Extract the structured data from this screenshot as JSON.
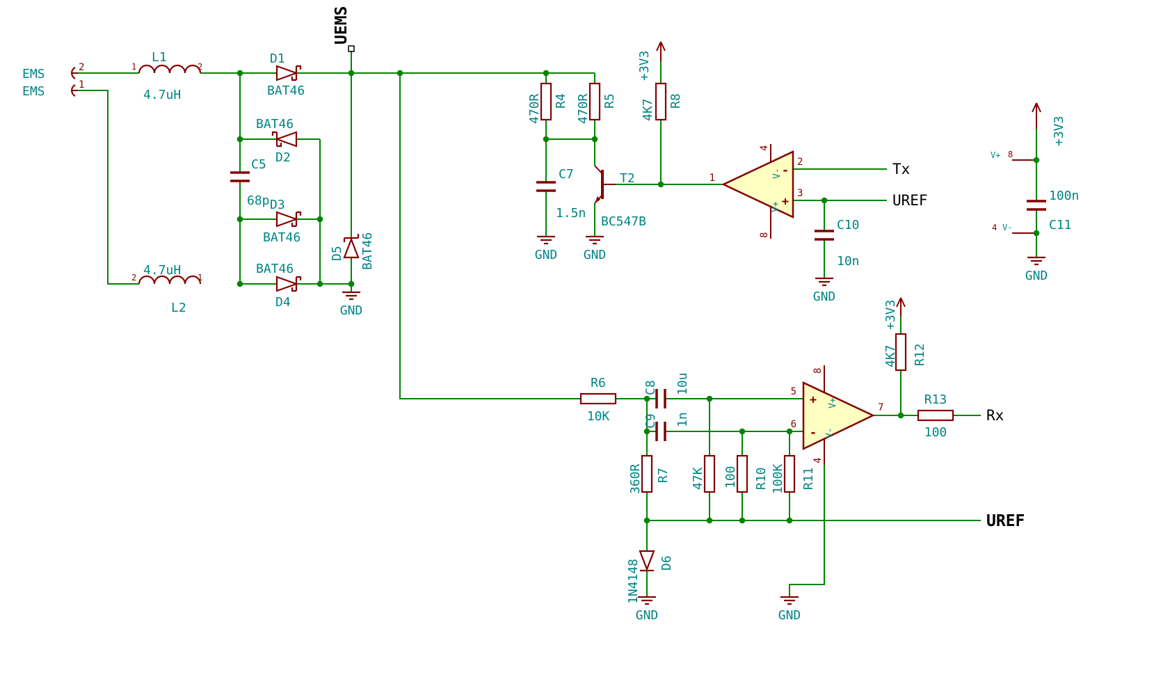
{
  "colors": {
    "wire": "#008400",
    "symbol": "#840000",
    "field_text": "#008484",
    "net_label": "#000000",
    "opamp_fill": "#ffffc2",
    "background": "#ffffff"
  },
  "nets": {
    "ems": "EMS",
    "uems": "UEMS",
    "tx": "Tx",
    "uref": "UREF",
    "rx": "Rx"
  },
  "power": {
    "v3v3": "+3V3",
    "gnd": "GND"
  },
  "connector": {
    "pin1": "1",
    "pin2": "2"
  },
  "components": {
    "L1": {
      "ref": "L1",
      "value": "4.7uH",
      "pin1": "1",
      "pin2": "2"
    },
    "L2": {
      "ref": "L2",
      "value": "4.7uH",
      "pin1": "1",
      "pin2": "2"
    },
    "D1": {
      "ref": "D1",
      "value": "BAT46"
    },
    "D2": {
      "ref": "D2",
      "value": "BAT46"
    },
    "D3": {
      "ref": "D3",
      "value": "BAT46"
    },
    "D4": {
      "ref": "D4",
      "value": "BAT46"
    },
    "D5": {
      "ref": "D5",
      "value": "BAT46"
    },
    "D6": {
      "ref": "D6",
      "value": "1N4148"
    },
    "C5": {
      "ref": "C5",
      "value": "68p"
    },
    "C7": {
      "ref": "C7",
      "value": "1.5n"
    },
    "C8": {
      "ref": "C8",
      "value": "10u"
    },
    "C9": {
      "ref": "C9",
      "value": "1n"
    },
    "C10": {
      "ref": "C10",
      "value": "10n"
    },
    "C11": {
      "ref": "C11",
      "value": "100n"
    },
    "R4": {
      "ref": "R4",
      "value": "470R"
    },
    "R5": {
      "ref": "R5",
      "value": "470R"
    },
    "R6": {
      "ref": "R6",
      "value": "10K"
    },
    "R7": {
      "ref": "R7",
      "value": "360R"
    },
    "R8": {
      "ref": "R8",
      "value": "4K7"
    },
    "R9": {
      "value": "47K"
    },
    "R10": {
      "ref": "R10",
      "value": "100"
    },
    "R11": {
      "ref": "R11",
      "value": "100K"
    },
    "R12": {
      "ref": "R12",
      "value": "4K7"
    },
    "R13": {
      "ref": "R13",
      "value": "100"
    },
    "T2": {
      "ref": "T2",
      "value": "BC547B"
    }
  },
  "opamp_a": {
    "pin_out": "1",
    "pin_inv": "2",
    "pin_noninv": "3",
    "pin_vminus": "4",
    "pin_vplus": "8",
    "plus": "+",
    "minus": "-",
    "vplus": "V+",
    "vminus": "V-"
  },
  "opamp_b": {
    "pin_noninv": "5",
    "pin_inv": "6",
    "pin_out": "7",
    "pin_vminus": "4",
    "pin_vplus": "8",
    "plus": "+",
    "minus": "-",
    "vplus": "V+",
    "vminus": "V-"
  },
  "power_pins": {
    "vplus": "V+",
    "vplus_pin": "8",
    "vminus": "V-",
    "vminus_pin": "4"
  }
}
